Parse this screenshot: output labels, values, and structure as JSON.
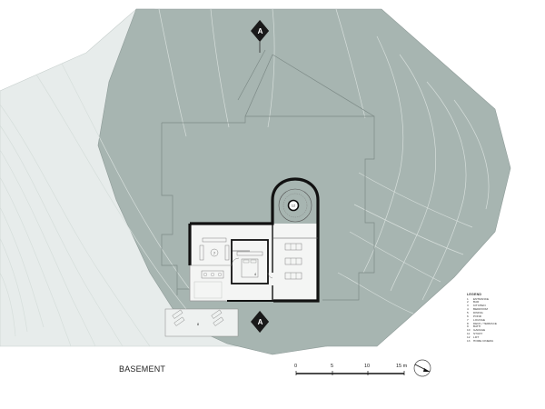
{
  "drawing_title": "BASEMENT",
  "section_marker_label": "A",
  "legend": {
    "title": "LEGEND",
    "items": [
      {
        "num": "1",
        "label": "ENTRANCE"
      },
      {
        "num": "2",
        "label": "BAR"
      },
      {
        "num": "3",
        "label": "KITCHEN"
      },
      {
        "num": "4",
        "label": "BEDROOM"
      },
      {
        "num": "5",
        "label": "DINING"
      },
      {
        "num": "6",
        "label": "POND"
      },
      {
        "num": "7",
        "label": "LOUNGE"
      },
      {
        "num": "8",
        "label": "DECK / TERRACE"
      },
      {
        "num": "9",
        "label": "BATH"
      },
      {
        "num": "10",
        "label": "GARAGE"
      },
      {
        "num": "11",
        "label": "STUDY"
      },
      {
        "num": "12",
        "label": "LIFT"
      },
      {
        "num": "13",
        "label": "HOME CINEMA"
      }
    ]
  },
  "scale_bar": {
    "labels": [
      "0",
      "5",
      "10",
      "15 m"
    ]
  },
  "room_tags": {
    "lounge": "7",
    "bedroom": "4",
    "lift": "12",
    "terrace": "8"
  },
  "colors": {
    "site_fill": "#a7b5b1",
    "light_strip": "#e7eceb",
    "contour": "#d6dedb",
    "wall": "#111111"
  }
}
